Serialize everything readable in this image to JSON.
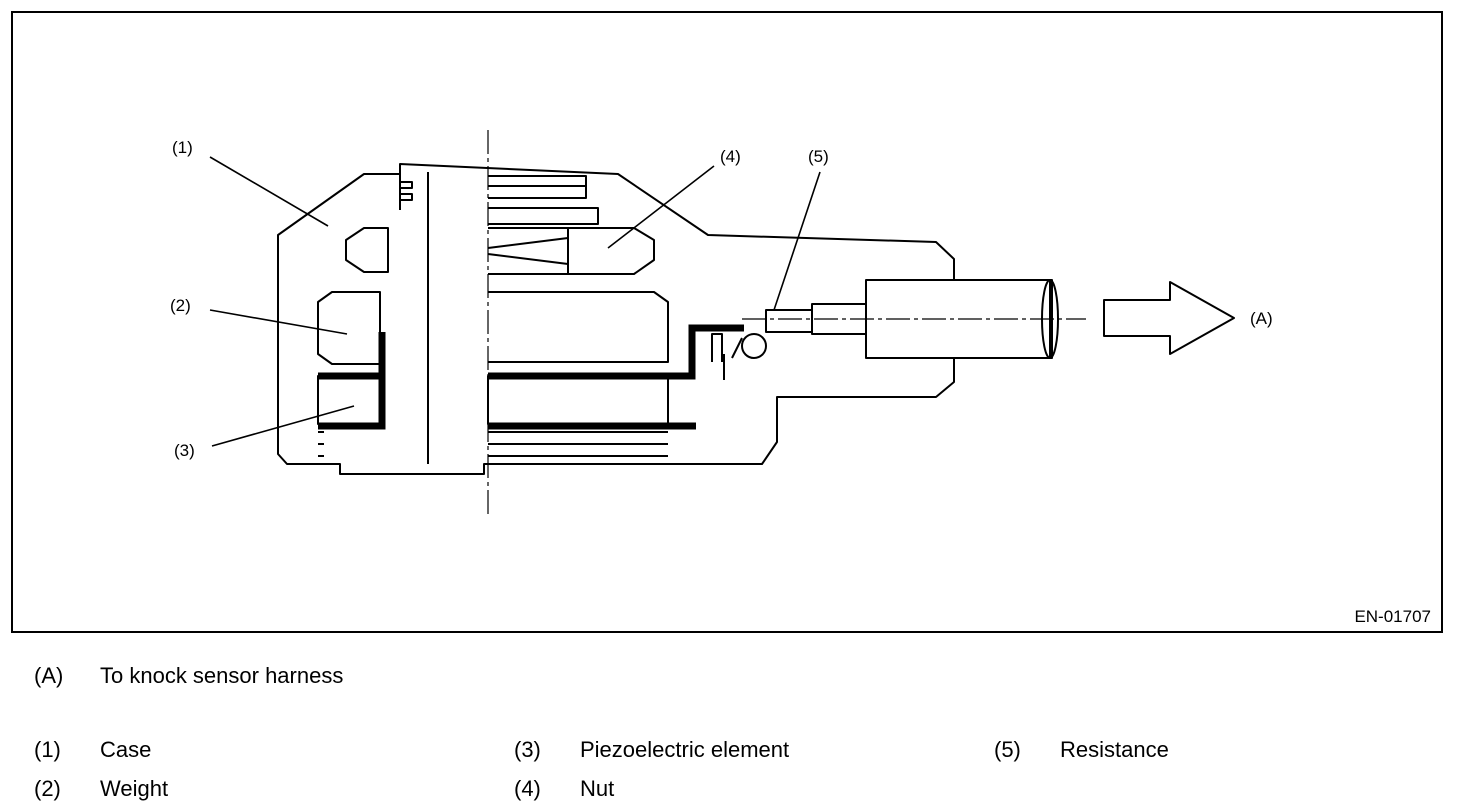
{
  "diagram": {
    "callouts": {
      "c1": "(1)",
      "c2": "(2)",
      "c3": "(3)",
      "c4": "(4)",
      "c5": "(5)",
      "cA": "(A)"
    },
    "figure_code": "EN-01707"
  },
  "legend": {
    "items": [
      {
        "key": "(A)",
        "label": "To knock sensor harness"
      },
      {
        "key": "(1)",
        "label": "Case"
      },
      {
        "key": "(3)",
        "label": "Piezoelectric element"
      },
      {
        "key": "(5)",
        "label": "Resistance"
      },
      {
        "key": "(2)",
        "label": "Weight"
      },
      {
        "key": "(4)",
        "label": "Nut"
      }
    ]
  }
}
